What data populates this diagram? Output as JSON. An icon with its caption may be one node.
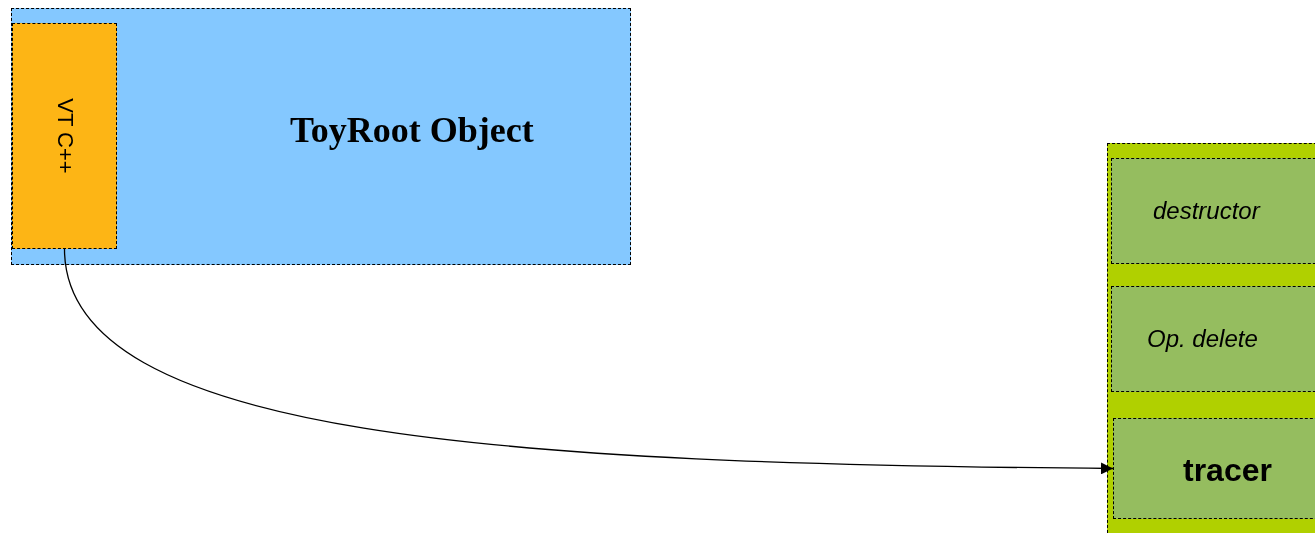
{
  "diagram": {
    "nodes": [
      {
        "text": [
          "ToyRoot Object"
        ]
      },
      {
        "text": [
          "VT C++"
        ],
        "in": 0
      },
      {
        "text": [],
        "shape": "box"
      },
      {
        "text": [
          "destructor"
        ],
        "in": 2
      },
      {
        "text": [
          "Op. delete"
        ],
        "in": 2
      },
      {
        "text": [
          "tracer"
        ],
        "in": 2
      }
    ],
    "edges": [
      {
        "from": 1,
        "to": 5,
        "arrow": "to"
      }
    ]
  }
}
